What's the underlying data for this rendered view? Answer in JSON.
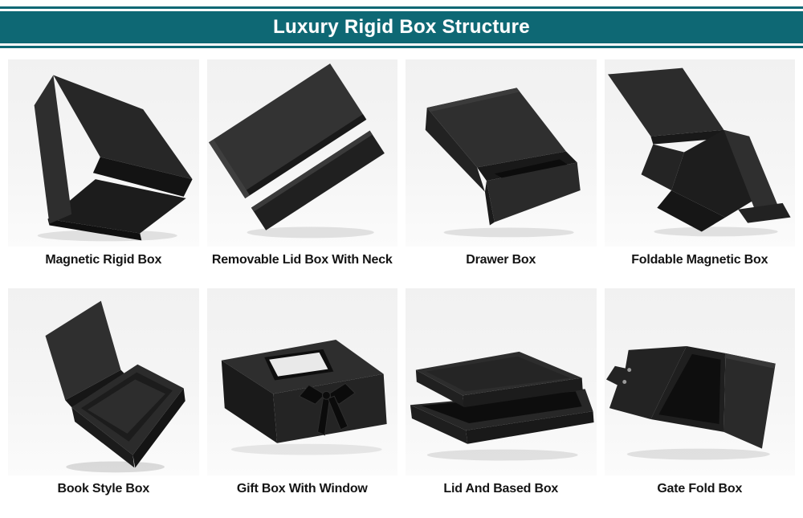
{
  "header": {
    "title": "Luxury Rigid Box Structure"
  },
  "theme": {
    "band_color": "#0e6874",
    "title_color": "#ffffff",
    "label_color": "#141414",
    "photo_bg": "#f2f2f2",
    "box_color": "#262626"
  },
  "boxes": [
    {
      "label": "Magnetic Rigid Box"
    },
    {
      "label": "Removable Lid Box With Neck"
    },
    {
      "label": "Drawer Box"
    },
    {
      "label": "Foldable Magnetic Box"
    },
    {
      "label": "Book Style Box"
    },
    {
      "label": "Gift Box With Window"
    },
    {
      "label": "Lid And Based Box"
    },
    {
      "label": "Gate Fold Box"
    }
  ]
}
